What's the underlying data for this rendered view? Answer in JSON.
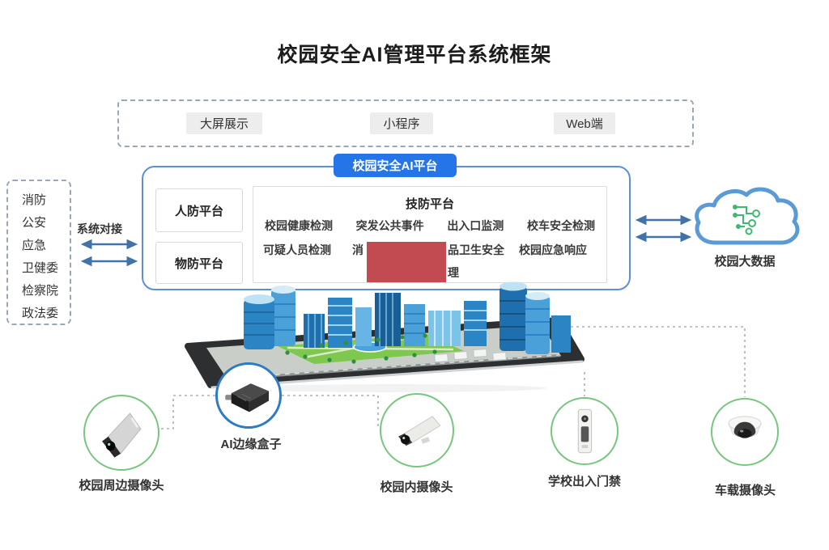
{
  "title": "校园安全AI管理平台系统框架",
  "access_layer": {
    "items": [
      "大屏展示",
      "小程序",
      "Web端"
    ]
  },
  "platform": {
    "badge": "校园安全AI平台",
    "modules": [
      "人防平台",
      "物防平台"
    ],
    "tech": {
      "title": "技防平台",
      "row1": [
        "校园健康检测",
        "突发公共事件",
        "出入口监测",
        "校车安全检测"
      ],
      "row2": [
        "可疑人员检测",
        "消",
        "品卫生安全",
        "校园应急响应"
      ],
      "row3": [
        "理"
      ]
    }
  },
  "external": {
    "link_label": "系统对接",
    "items": [
      "消防",
      "公安",
      "应急",
      "卫健委",
      "检察院",
      "政法委"
    ]
  },
  "cloud": {
    "label": "校园大数据"
  },
  "devices": [
    {
      "label": "校园周边摄像头",
      "icon": "perimeter-camera"
    },
    {
      "label": "AI边缘盒子",
      "icon": "ai-edge-box"
    },
    {
      "label": "校园内摄像头",
      "icon": "bullet-camera"
    },
    {
      "label": "学校出入门禁",
      "icon": "door-access"
    },
    {
      "label": "车载摄像头",
      "icon": "dome-camera"
    }
  ],
  "colors": {
    "accent_blue": "#2575e8",
    "box_border_blue": "#5b8fd9",
    "arrow_blue": "#4273a8",
    "green_ring": "#77c67e",
    "blue_ring": "#2c7bc4",
    "cloud_blue": "#5b9bd5",
    "circuit_green": "#3dba6f",
    "redaction_red": "#c14b50"
  }
}
